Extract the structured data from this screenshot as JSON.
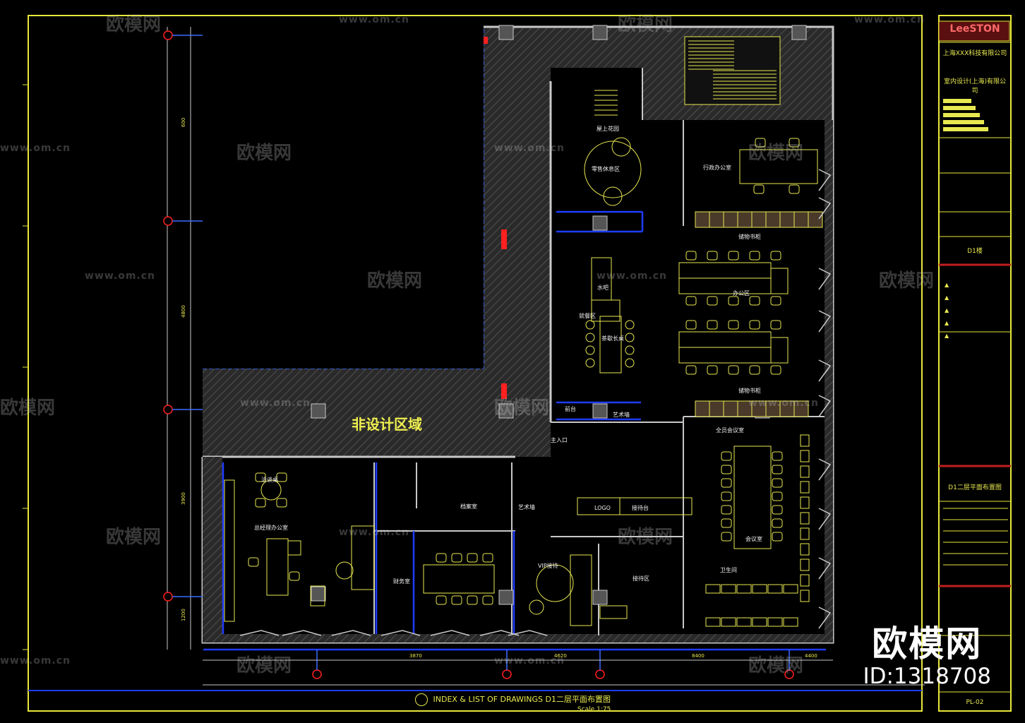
{
  "title_block": {
    "company_logo": "LeeSTON",
    "project_line_1": "上海XXX科技有限公司",
    "project_line_2": "室内设计(上海)有限公司",
    "building": "D1楼",
    "drawing_title": "D1二层平面布置图",
    "sheet_no": "PL-02",
    "revision_marks": [
      "▲",
      "▲",
      "▲",
      "▲",
      "▲"
    ]
  },
  "plan": {
    "non_design_area": "非设计区域",
    "rooms": [
      {
        "name": "屋上花园"
      },
      {
        "name": "零售休息区"
      },
      {
        "name": "行政办公室"
      },
      {
        "name": "储物书柜"
      },
      {
        "name": "办公区"
      },
      {
        "name": "储物书柜"
      },
      {
        "name": "水吧"
      },
      {
        "name": "就餐区"
      },
      {
        "name": "茶歇长桌"
      },
      {
        "name": "主入口"
      },
      {
        "name": "艺术墙"
      },
      {
        "name": "全员会议室"
      },
      {
        "name": "会议室"
      },
      {
        "name": "洽谈桌"
      },
      {
        "name": "总经理办公室"
      },
      {
        "name": "财务室"
      },
      {
        "name": "档案室"
      },
      {
        "name": "艺术墙"
      },
      {
        "name": "VIP接待"
      },
      {
        "name": "接待区"
      },
      {
        "name": "LOGO"
      },
      {
        "name": "接待台"
      },
      {
        "name": "前台"
      },
      {
        "name": "卫生间"
      }
    ],
    "bottom_dimensions": [
      "3870",
      "4620",
      "8400",
      "4400"
    ],
    "left_dimensions": [
      "600",
      "4800",
      "3900",
      "1200"
    ]
  },
  "caption": {
    "text": "INDEX & LIST OF DRAWINGS   D1二层平面布置图",
    "scale": "Scale 1:75"
  },
  "watermark": {
    "brand": "欧模网",
    "url": "www.om.cn",
    "id_text": "ID:1318708"
  },
  "colors": {
    "border": "#e8e83a",
    "wall": "#c8c8c8",
    "furniture": "#e8e850",
    "glass": "#1e3cff",
    "accent_red": "#ff2020"
  }
}
